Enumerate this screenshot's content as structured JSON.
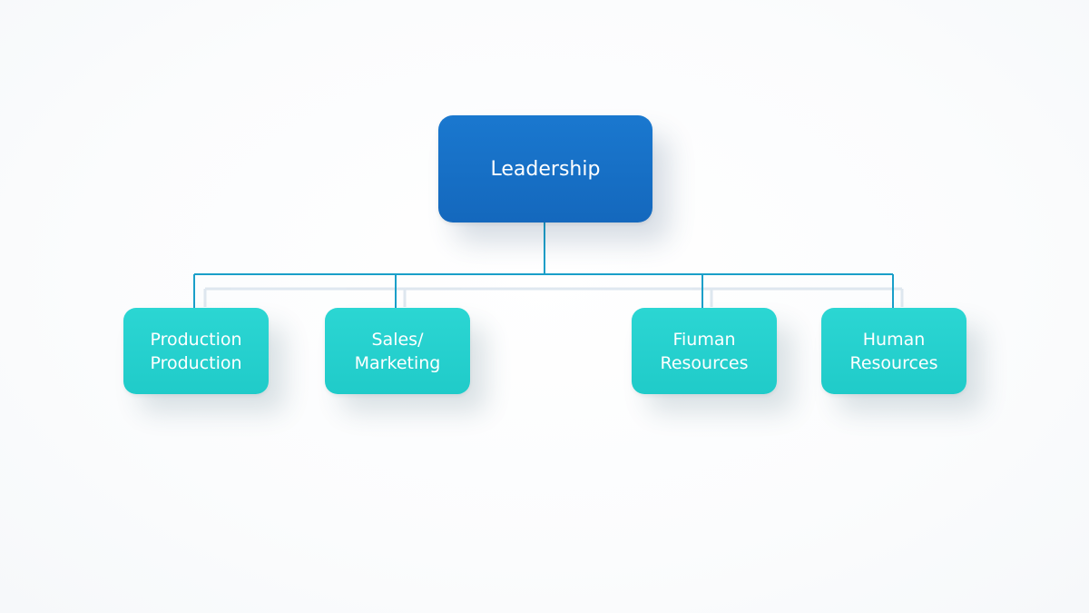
{
  "colors": {
    "root_fill": "#1670c6",
    "child_fill": "#26d2cf",
    "connector": "#1a9fc9",
    "connector_shadow": "#d9e4ee",
    "background": "#fdfdfe"
  },
  "root": {
    "label": "Leadership"
  },
  "children": [
    {
      "lines": [
        "Production",
        "Production"
      ]
    },
    {
      "lines": [
        "Sales/",
        "Marketing"
      ]
    },
    {
      "lines": [
        "Fiuman",
        "Resources"
      ]
    },
    {
      "lines": [
        "Human",
        "Resources"
      ]
    }
  ]
}
